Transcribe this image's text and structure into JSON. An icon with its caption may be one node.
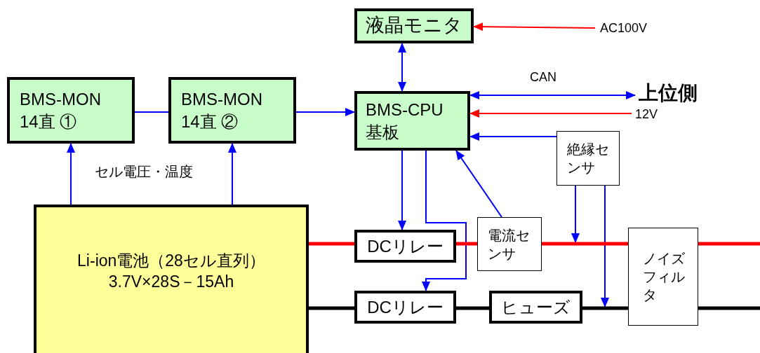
{
  "diagram": {
    "nodes": [
      {
        "text": [
          "BMS-MON 14直 ①"
        ]
      },
      {
        "text": [
          "BMS-MON 14直 ②"
        ]
      },
      {
        "text": [
          "液晶モニタ"
        ]
      },
      {
        "text": [
          "BMS-CPU 基板"
        ]
      },
      {
        "text": [
          "上位側"
        ]
      },
      {
        "text": [
          "AC100V"
        ]
      },
      {
        "text": [
          "12V"
        ]
      },
      {
        "text": [
          "絶縁センサ"
        ]
      },
      {
        "text": [
          "電流センサ"
        ]
      },
      {
        "text": [
          "Li-ion電池（28セル直列）",
          "3.7V×28S－15Ah"
        ]
      },
      {
        "text": [
          "DCリレー"
        ]
      },
      {
        "text": [
          "DCリレー"
        ]
      },
      {
        "text": [
          "ヒューズ"
        ]
      },
      {
        "text": [
          "ノイズフィルタ"
        ]
      }
    ],
    "edges": [
      {
        "from": 0,
        "to": 1,
        "arrow": "none"
      },
      {
        "from": 1,
        "to": 3,
        "arrow": "to"
      },
      {
        "from": 9,
        "to": 0,
        "arrow": "to"
      },
      {
        "from": 9,
        "to": 1,
        "arrow": "to"
      },
      {
        "from": 2,
        "to": 3,
        "arrow": "both"
      },
      {
        "from": 5,
        "to": 2,
        "arrow": "to",
        "color": "#ff0000"
      },
      {
        "from": 3,
        "to": 4,
        "arrow": "both",
        "label": "CAN"
      },
      {
        "from": 6,
        "to": 3,
        "arrow": "to",
        "color": "#ff0000"
      },
      {
        "from": 7,
        "to": 3,
        "arrow": "to"
      },
      {
        "from": 3,
        "to": 10,
        "arrow": "to"
      },
      {
        "from": 3,
        "to": 11,
        "arrow": "to"
      },
      {
        "from": 8,
        "to": 3,
        "arrow": "to"
      },
      {
        "from": 7,
        "to": null,
        "arrow": "to"
      },
      {
        "from": 7,
        "to": null,
        "arrow": "to"
      },
      {
        "from": 9,
        "to": 10,
        "arrow": "none",
        "style": "thick",
        "color": "#ff0000"
      },
      {
        "from": 10,
        "to": 8,
        "arrow": "none",
        "style": "thick",
        "color": "#ff0000"
      },
      {
        "from": 8,
        "to": 13,
        "arrow": "none",
        "style": "thick",
        "color": "#ff0000"
      },
      {
        "from": 13,
        "to": null,
        "arrow": "none",
        "style": "thick",
        "color": "#ff0000"
      },
      {
        "from": 9,
        "to": 11,
        "arrow": "none",
        "style": "thick",
        "color": "#000000"
      },
      {
        "from": 11,
        "to": 12,
        "arrow": "none",
        "style": "thick",
        "color": "#000000"
      },
      {
        "from": 12,
        "to": 13,
        "arrow": "none",
        "style": "thick",
        "color": "#000000"
      },
      {
        "from": 13,
        "to": null,
        "arrow": "none",
        "style": "thick",
        "color": "#000000"
      }
    ],
    "labels": [
      "セル電圧・温度"
    ]
  }
}
